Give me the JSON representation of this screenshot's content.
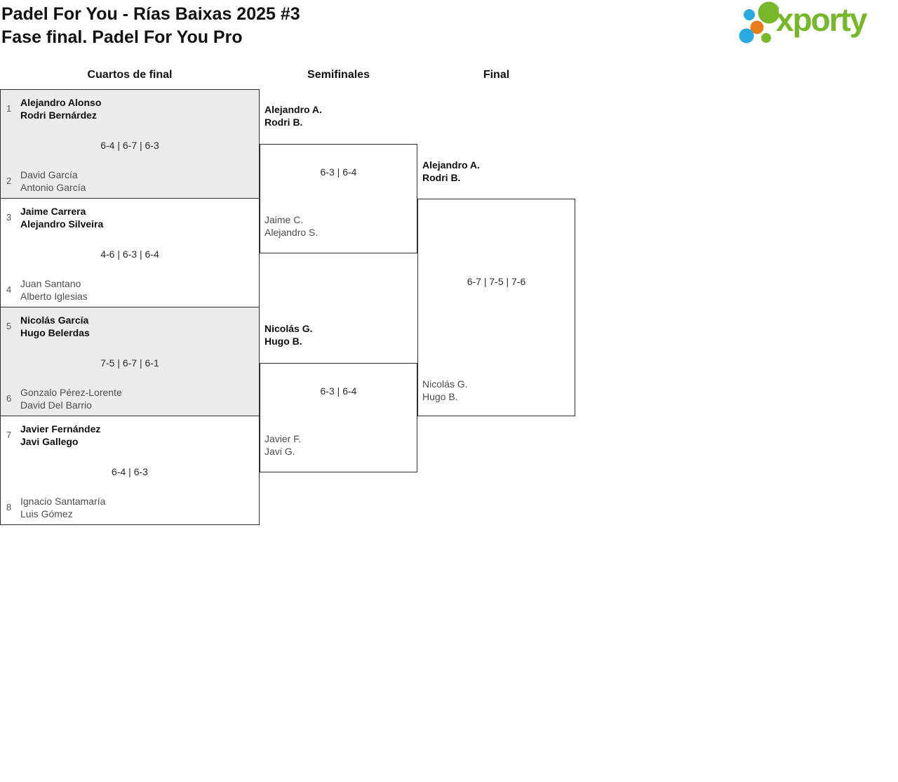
{
  "header": {
    "title_line1": "Padel For You - Rías Baixas 2025 #3",
    "title_line2": "Fase final. Padel For You Pro",
    "logo": {
      "text": "xporty"
    }
  },
  "round_labels": {
    "quarterfinals": "Cuartos de final",
    "semifinals": "Semifinales",
    "final": "Final"
  },
  "colors": {
    "match_alt_bg": "#ececec",
    "border": "#2e2e2e",
    "winner_text": "#0d0d0d",
    "loser_text": "#4d4d4d",
    "logo_green": "#76b82a",
    "logo_blue": "#29abe2",
    "logo_orange": "#e87b1a"
  },
  "quarterfinals": [
    {
      "seed_top": "1",
      "top_player1": "Alejandro Alonso",
      "top_player2": "Rodri Bernárdez",
      "score": "6-4 | 6-7 | 6-3",
      "seed_bottom": "2",
      "bottom_player1": "David García",
      "bottom_player2": "Antonio García"
    },
    {
      "seed_top": "3",
      "top_player1": "Jaime Carrera",
      "top_player2": "Alejandro Silveira",
      "score": "4-6 | 6-3 | 6-4",
      "seed_bottom": "4",
      "bottom_player1": "Juan Santano",
      "bottom_player2": "Alberto Iglesias"
    },
    {
      "seed_top": "5",
      "top_player1": "Nicolás García",
      "top_player2": "Hugo Belerdas",
      "score": "7-5 | 6-7 | 6-1",
      "seed_bottom": "6",
      "bottom_player1": "Gonzalo Pérez-Lorente",
      "bottom_player2": "David Del Barrio"
    },
    {
      "seed_top": "7",
      "top_player1": "Javier Fernández",
      "top_player2": "Javi Gallego",
      "score": "6-4 | 6-3",
      "seed_bottom": "8",
      "bottom_player1": "Ignacio Santamaría",
      "bottom_player2": "Luis Gómez"
    }
  ],
  "semifinals": [
    {
      "top_player1": "Alejandro A.",
      "top_player2": "Rodri B.",
      "score": "6-3 | 6-4",
      "bottom_player1": "Jaime C.",
      "bottom_player2": "Alejandro S."
    },
    {
      "top_player1": "Nicolás G.",
      "top_player2": "Hugo B.",
      "score": "6-3 | 6-4",
      "bottom_player1": "Javier F.",
      "bottom_player2": "Javi G."
    }
  ],
  "final": {
    "top_player1": "Alejandro A.",
    "top_player2": "Rodri B.",
    "score": "6-7 | 7-5 | 7-6",
    "bottom_player1": "Nicolás G.",
    "bottom_player2": "Hugo B."
  }
}
